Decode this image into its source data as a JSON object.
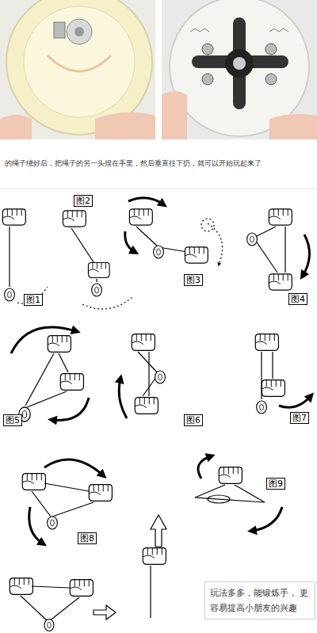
{
  "diagram": {
    "nodes": [
      {
        "text": [
          "图1"
        ]
      },
      {
        "text": [
          "图2"
        ]
      },
      {
        "text": [
          "图3"
        ]
      },
      {
        "text": [
          "图4"
        ]
      },
      {
        "text": [
          "图5"
        ]
      },
      {
        "text": [
          "图6"
        ]
      },
      {
        "text": [
          "图7"
        ]
      },
      {
        "text": [
          "图8"
        ]
      },
      {
        "text": [
          "图9"
        ]
      },
      {
        "text": [
          "玩法多多，能锻炼手， 更容易提高小朋友的兴趣"
        ]
      }
    ],
    "labels": [
      "的绳子绕好后，把绳子的另一头捏在手里，然后垂直往下扔，就可以开始玩起来了"
    ]
  }
}
